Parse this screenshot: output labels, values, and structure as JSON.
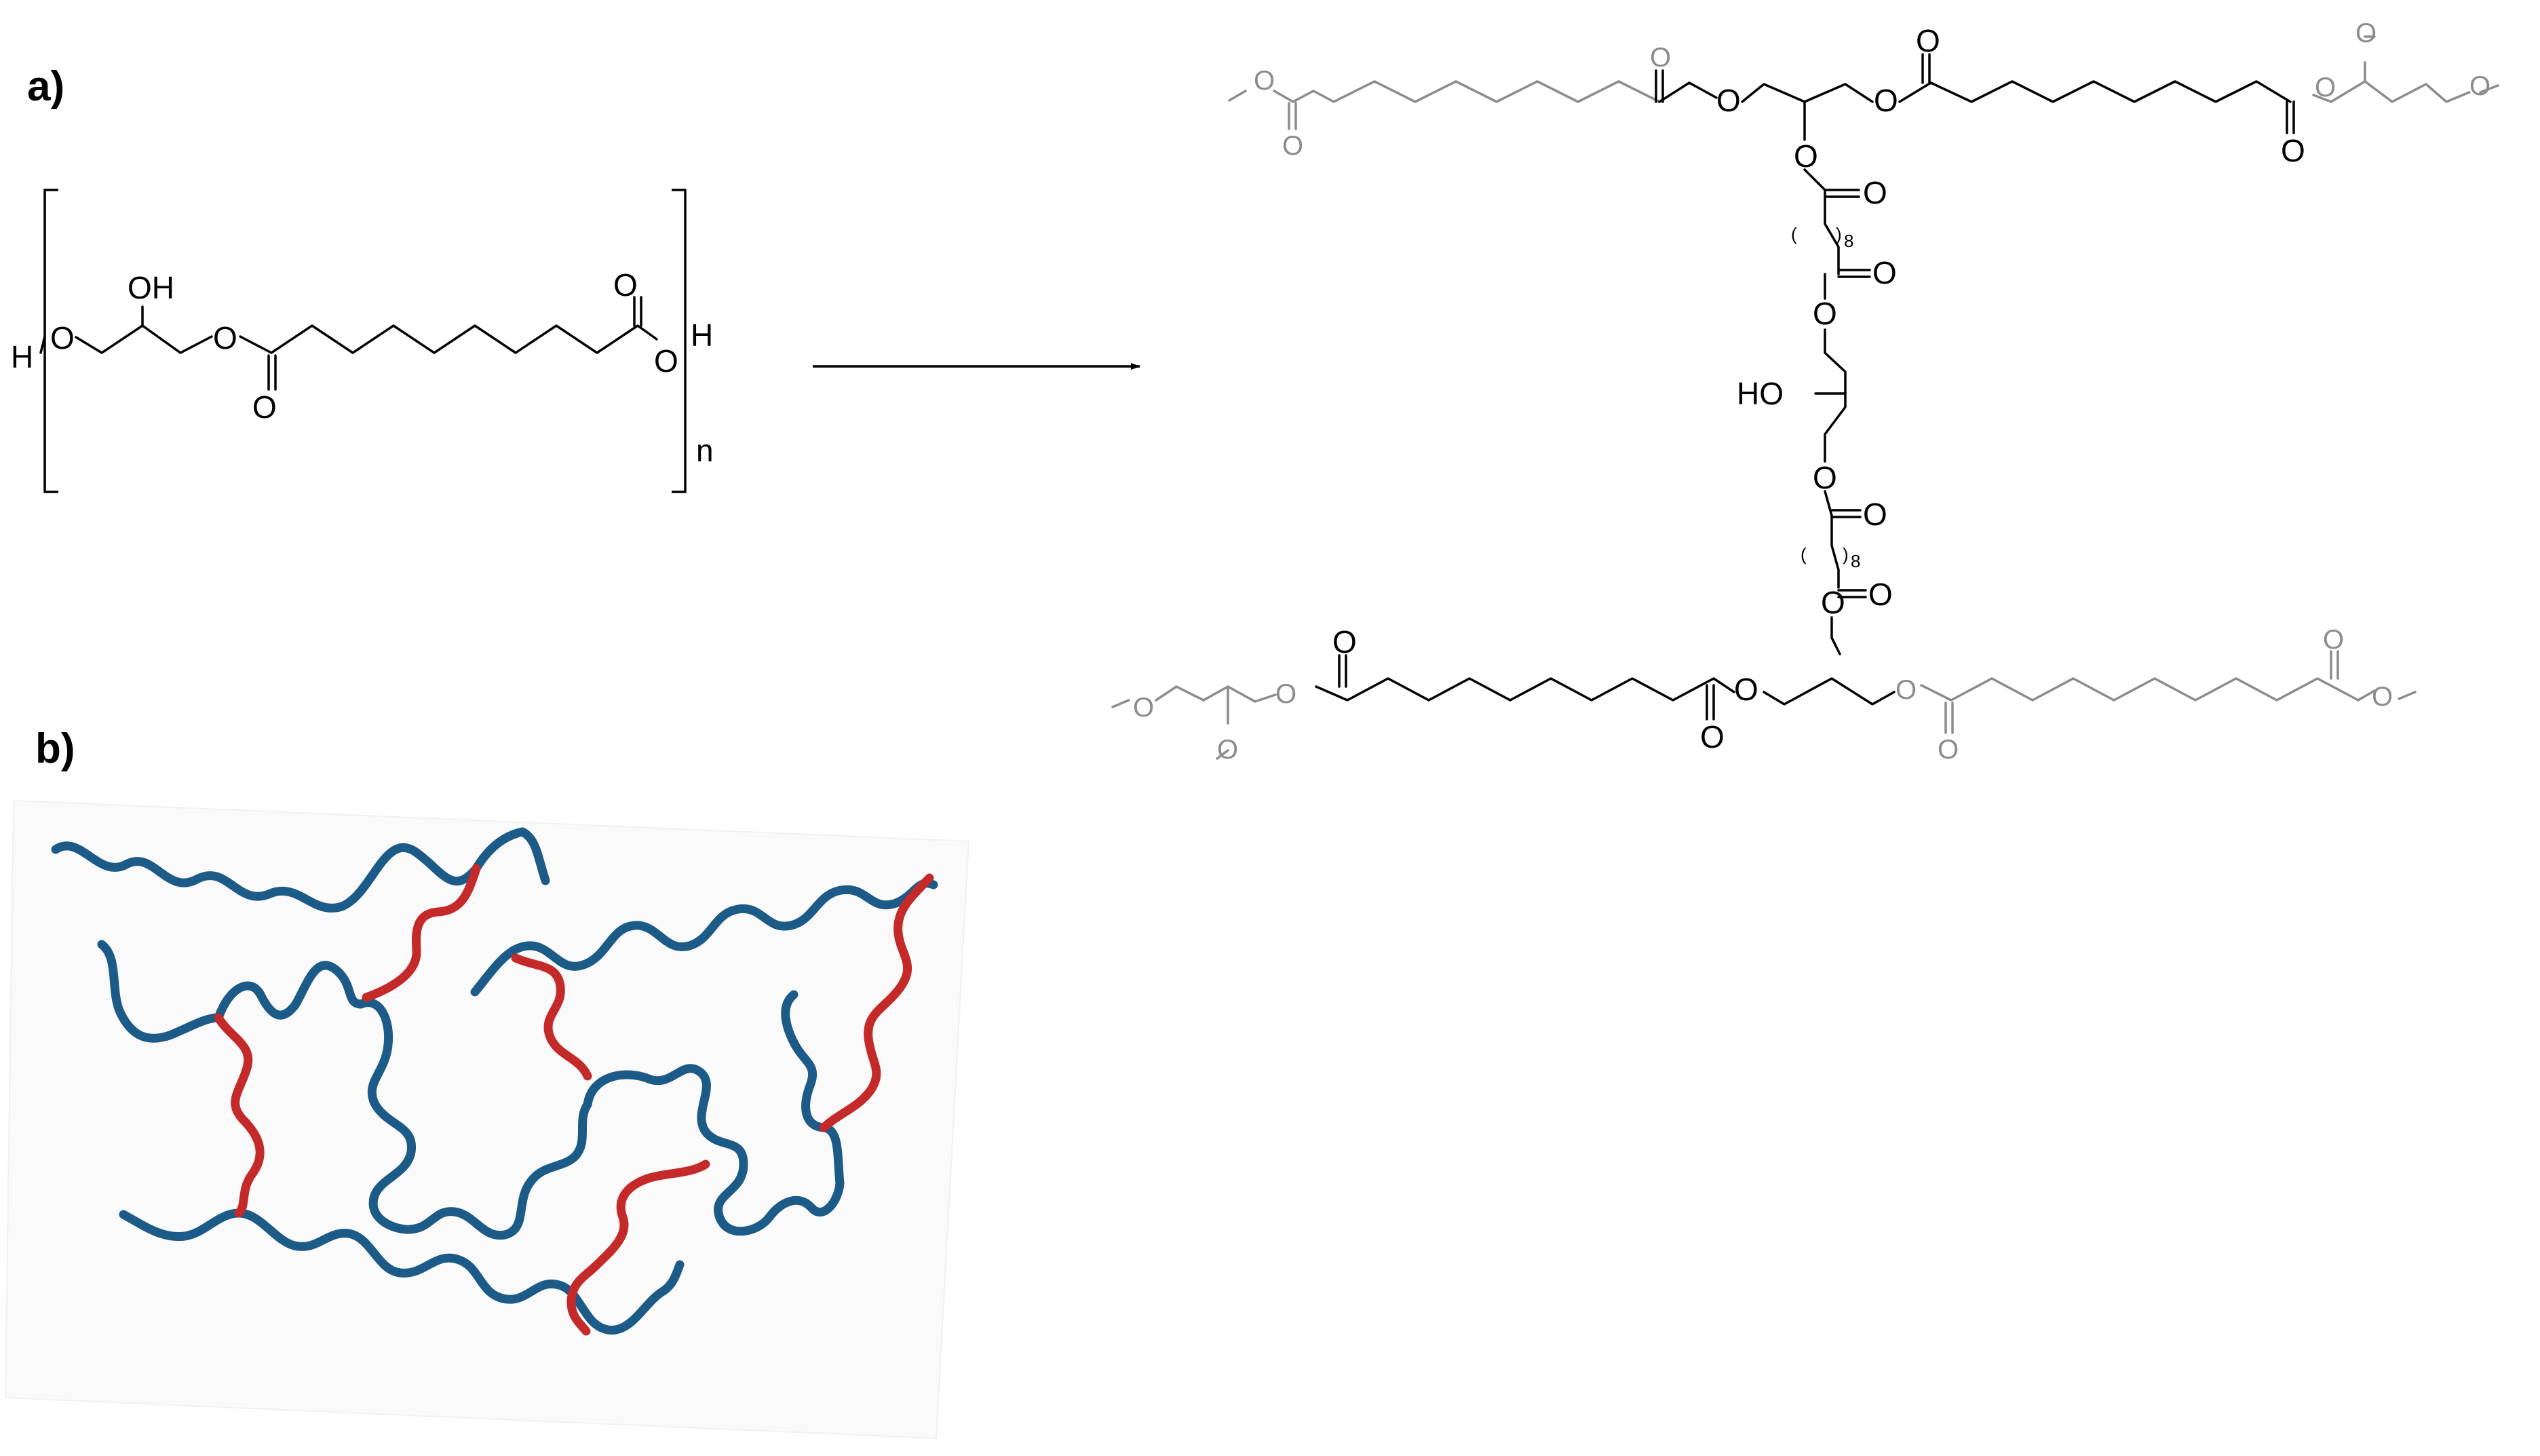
{
  "panels": {
    "a": {
      "label": "a)"
    },
    "b": {
      "label": "b)"
    }
  },
  "monomer": {
    "h_left": "H",
    "o_left": "O",
    "oh": "OH",
    "o_ester": "O",
    "o_carbonyl_1": "O",
    "o_carbonyl_2": "O",
    "o_right": "O",
    "h_right": "H",
    "subscript": "n"
  },
  "network": {
    "atom_O": "O",
    "ho": "HO",
    "paren_open": "(",
    "paren_close": ")",
    "repeat": "8"
  },
  "colors": {
    "backbone": "#1c5a87",
    "crosslink": "#c52a2a",
    "faded": "#8c8c8c"
  }
}
